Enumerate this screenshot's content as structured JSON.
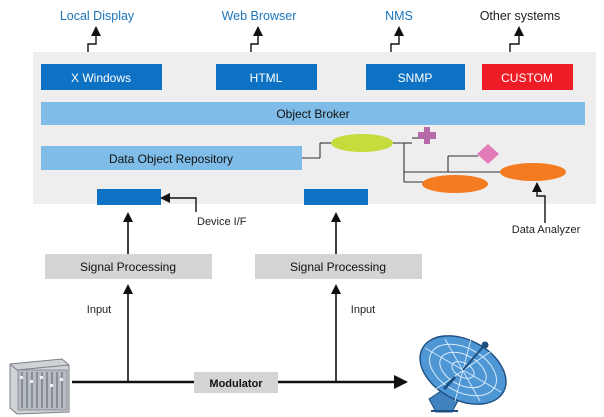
{
  "top_labels": {
    "local_display": "Local Display",
    "web_browser": "Web Browser",
    "nms": "NMS",
    "other_systems": "Other systems"
  },
  "interfaces": {
    "x_windows": "X Windows",
    "html": "HTML",
    "snmp": "SNMP",
    "custom": "CUSTOM"
  },
  "core": {
    "object_broker": "Object Broker",
    "data_object_repository": "Data Object Repository"
  },
  "annotations": {
    "device_if": "Device I/F",
    "data_analyzer": "Data Analyzer",
    "input_left": "Input",
    "input_right": "Input"
  },
  "signal_processing": {
    "left": "Signal Processing",
    "right": "Signal Processing"
  },
  "modulator": "Modulator",
  "colors": {
    "link_text": "#1b75bc",
    "dark_blue": "#0d72c4",
    "light_blue": "#7fbde8",
    "custom_red": "#ee1c25",
    "panel_gray": "#eeeeee",
    "signal_gray": "#d4d4d4",
    "lime": "#c6dc3c",
    "orange": "#f47b20",
    "purple": "#b66ba8",
    "pink": "#e27bb7"
  },
  "icons": {
    "left_equipment": "rack-equipment-icon",
    "right_equipment": "satellite-dish-icon"
  }
}
